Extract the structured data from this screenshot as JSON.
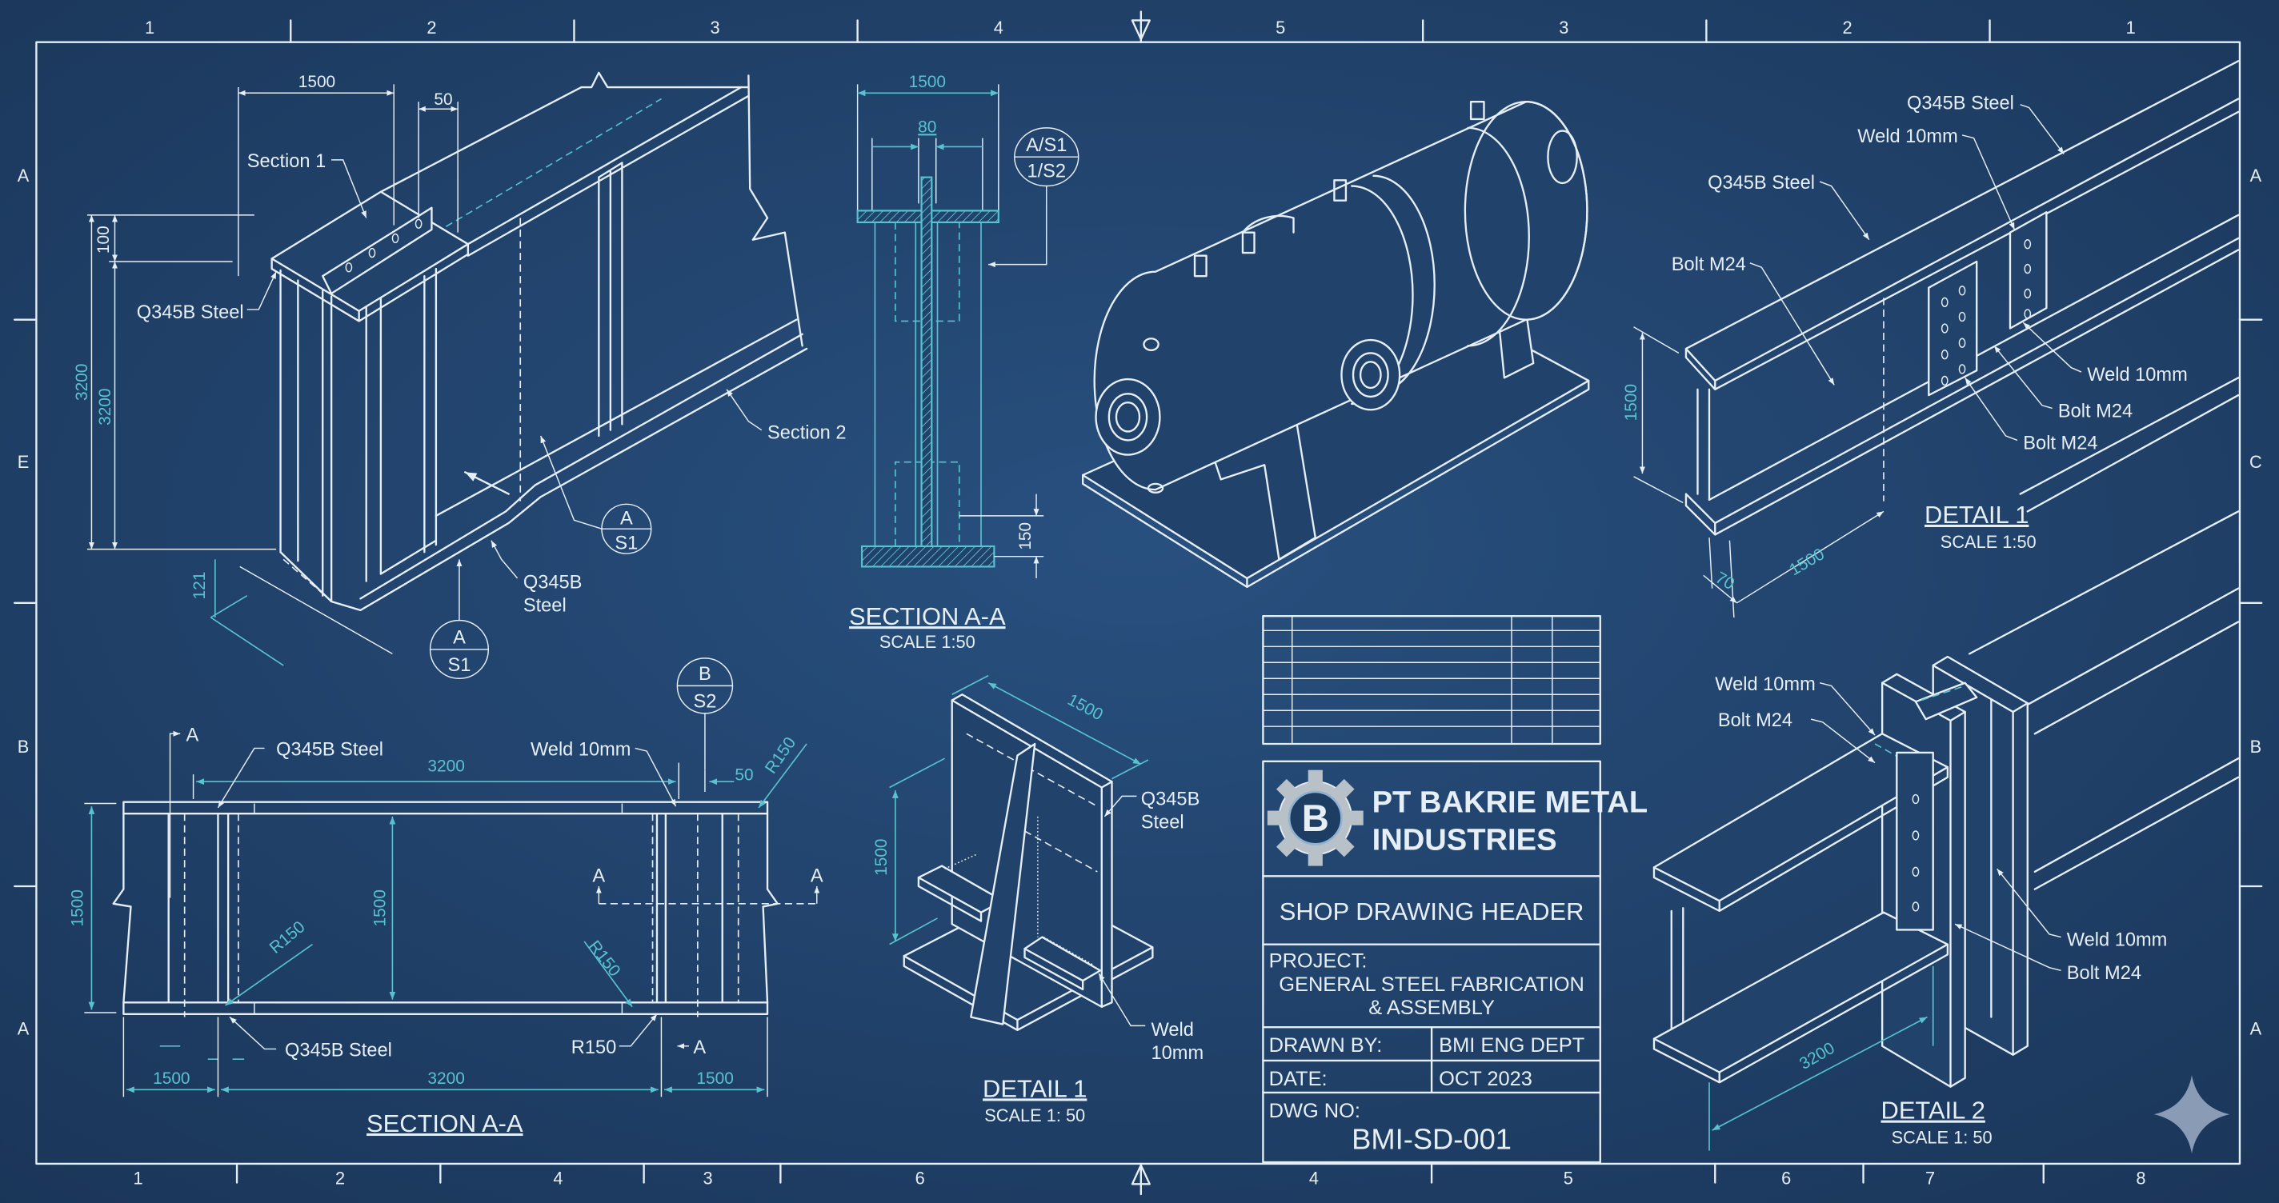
{
  "colors": {
    "background": "#1e3d63",
    "line": "#e6eef6",
    "dimension": "#58c3cf",
    "watermark": "#8a9bb5"
  },
  "sheet": {
    "top_columns": [
      "1",
      "2",
      "3",
      "4",
      "5",
      "3",
      "2",
      "1"
    ],
    "bottom_columns": [
      "1",
      "2",
      "4",
      "3",
      "6",
      "4",
      "5",
      "6",
      "7",
      "8"
    ],
    "left_rows": [
      "A",
      "E",
      "B",
      "A"
    ],
    "right_rows": [
      "A",
      "C",
      "B",
      "A"
    ]
  },
  "isometric_beam": {
    "section_1": "Section 1",
    "material_top": "Q345B Steel",
    "section_2": "Section 2",
    "material_bottom_line1": "Q345B",
    "material_bottom_line2": "Steel",
    "dim_width": "1500",
    "dim_offset": "50",
    "dim_flange": "100",
    "dim_height_outer": "3200",
    "dim_height_inner": "3200",
    "dim_base": "121",
    "callout_1": {
      "top": "A",
      "bottom": "S1"
    },
    "callout_2": {
      "top": "A",
      "bottom": "S1"
    }
  },
  "section_top": {
    "dim_width": "1500",
    "dim_gap": "80",
    "dim_base": "150",
    "callout": {
      "top": "A/S1",
      "bottom": "1/S2"
    },
    "title": "SECTION A-A",
    "scale": "SCALE 1:50"
  },
  "detail_1_right": {
    "material_1": "Q345B Steel",
    "weld_1": "Weld 10mm",
    "material_2": "Q345B Steel",
    "bolt_1": "Bolt M24",
    "weld_2": "Weld 10mm",
    "bolt_2": "Bolt M24",
    "bolt_3": "Bolt M24",
    "dim_height": "1500",
    "dim_length": "1500",
    "dim_flange": "70",
    "title": "DETAIL 1",
    "scale": "SCALE 1:50"
  },
  "section_bottom": {
    "cut_mark": "A",
    "material_1": "Q345B Steel",
    "weld": "Weld 10mm",
    "callout": {
      "top": "B",
      "bottom": "S2"
    },
    "dim_top": "3200",
    "dim_gap": "50",
    "radius_top": "R150",
    "dim_height_left": "1500",
    "dim_height_mid": "1500",
    "cut_left": "A",
    "cut_right": "A",
    "radius_left": "R150",
    "radius_right": "R150",
    "radius_bottom": "R150",
    "material_2": "Q345B Steel",
    "cut_bottom": "A",
    "dim_bottom": [
      "1500",
      "3200",
      "1500"
    ],
    "title": "SECTION A-A"
  },
  "detail_1_center": {
    "dim_depth": "1500",
    "dim_height": "1500",
    "material_line1": "Q345B",
    "material_line2": "Steel",
    "weld_line1": "Weld",
    "weld_line2": "10mm",
    "title": "DETAIL 1",
    "scale": "SCALE 1: 50"
  },
  "detail_2": {
    "weld_1": "Weld 10mm",
    "bolt_1": "Bolt M24",
    "weld_2": "Weld 10mm",
    "bolt_2": "Bolt M24",
    "dim_length": "3200",
    "title": "DETAIL 2",
    "scale": "SCALE 1: 50"
  },
  "title_block": {
    "company_line1": "PT BAKRIE METAL",
    "company_line2": "INDUSTRIES",
    "logo_letter": "B",
    "header": "SHOP DRAWING HEADER",
    "project_label": "PROJECT:",
    "project_line1": "GENERAL STEEL FABRICATION",
    "project_line2": "& ASSEMBLY",
    "drawn_by_label": "DRAWN BY:",
    "drawn_by_value": "BMI ENG DEPT",
    "date_label": "DATE:",
    "date_value": "OCT 2023",
    "dwg_no_label": "DWG NO:",
    "dwg_no_value": "BMI-SD-001"
  }
}
